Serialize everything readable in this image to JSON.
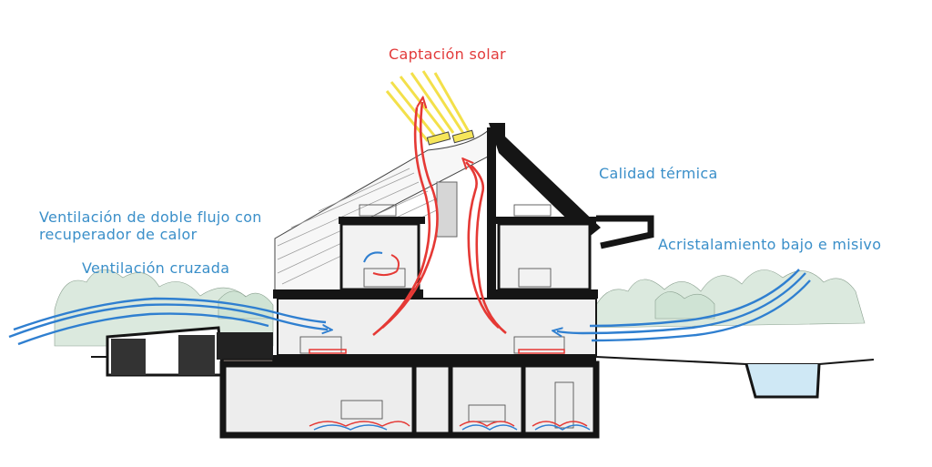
{
  "labels": {
    "solar": "Captación solar",
    "ventilacion_doble_line1": "Ventilación de doble flujo con",
    "ventilacion_doble_line2": "recuperador de calor",
    "ventilacion_cruzada": "Ventilación cruzada",
    "calidad_termica": "Calidad térmica",
    "acristalamiento": "Acristalamiento bajo e misivo"
  },
  "colors": {
    "label_blue": "#3a8fc9",
    "label_red": "#e23a3a",
    "airflow_blue": "#2f7fd0",
    "heat_red": "#e53935",
    "structure": "#151515",
    "sunlight": "#f3e04a",
    "pool": "#cfe8f5",
    "vegetation": "#cfe3d4"
  }
}
